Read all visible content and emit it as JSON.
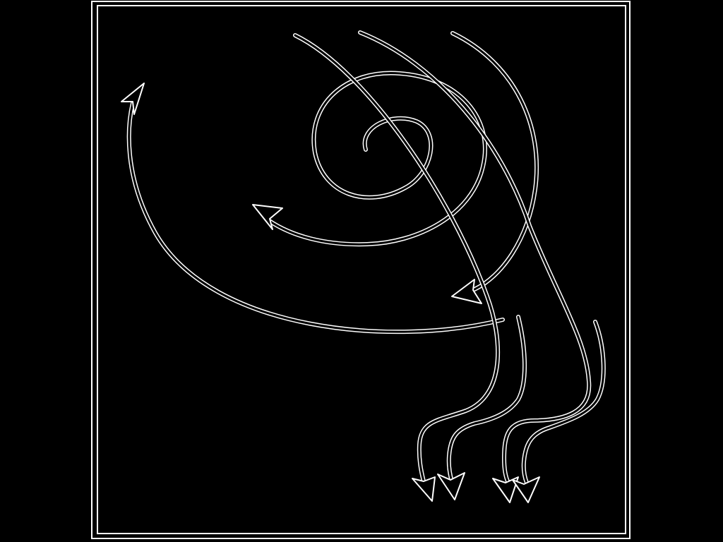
{
  "diagram": {
    "background_color": "#000000",
    "line_color": "#ffffff",
    "fill_color": "#000000",
    "frame": {
      "style": "double-line"
    },
    "arrows": [
      {
        "name": "spiral-arrow",
        "shape": "spiral",
        "head_direction": "left"
      },
      {
        "name": "outer-left-arc-arrow",
        "shape": "arc",
        "head_direction": "up"
      },
      {
        "name": "descending-arrow-1",
        "shape": "curve",
        "head_direction": "down"
      },
      {
        "name": "descending-arrow-2",
        "shape": "curve",
        "head_direction": "down"
      },
      {
        "name": "descending-arrow-3",
        "shape": "curve",
        "head_direction": "down"
      },
      {
        "name": "descending-arrow-4",
        "shape": "curve",
        "head_direction": "down"
      }
    ]
  }
}
